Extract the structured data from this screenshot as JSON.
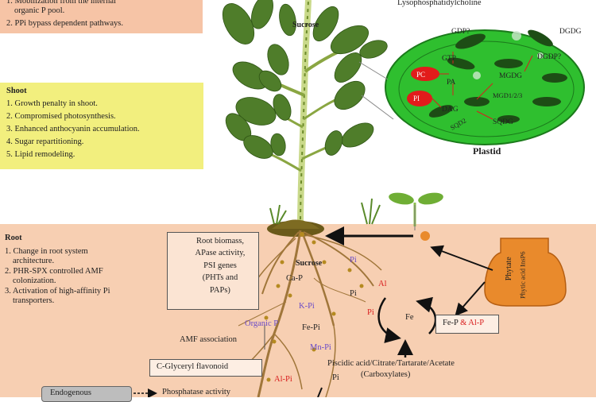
{
  "top_box": {
    "line1": "1. Mobilization from the internal",
    "line1b": "organic P pool.",
    "line2": "2. PPi bypass dependent pathways."
  },
  "shoot": {
    "title": "Shoot",
    "items": [
      "1. Growth penalty in shoot.",
      "2. Compromised photosynthesis.",
      "3. Enhanced anthocyanin accumulation.",
      "4. Sugar repartitioning.",
      "5. Lipid remodeling."
    ]
  },
  "root": {
    "title": "Root",
    "items": [
      "1. Change in root system",
      "architecture.",
      "2. PHR-SPX controlled AMF",
      "colonization.",
      "3. Activation of high-affinity Pi",
      "transporters."
    ]
  },
  "plastid": {
    "title": "Plastid",
    "top_label": "Lysophosphatidylcholine",
    "labels": [
      "GDP?",
      "DGDG",
      "GTP",
      "DGDP?",
      "PA",
      "MGDG",
      "PC",
      "MGD1/2/3",
      "PI",
      "DAG",
      "SQD2",
      "SQDG"
    ]
  },
  "plant": {
    "sucrose_top": "Sucrose",
    "sucrose_root": "Sucrose"
  },
  "root_panel": {
    "lines": [
      "Root biomass,",
      "APase activity,",
      "PSI genes",
      "(PHTs and",
      "PAPs)"
    ]
  },
  "root_labels": {
    "cap": "Ca-P",
    "pi1": "Pi",
    "pi2": "Pi",
    "alpi": "Al",
    "kpi": "K-Pi",
    "pi3": "Pi",
    "organic": "Organic P",
    "fepi": "Fe-Pi",
    "mnpi": "Mn-Pi",
    "alpi2": "Al-Pi",
    "pi4": "Pi",
    "fe": "Fe"
  },
  "amf": "AMF association",
  "glyceryl": "C-Glyceryl flavonoid",
  "acids": {
    "line1": "Piscidic acid/Citrate/Tartarate/Acetate",
    "line2": "(Carboxylates)"
  },
  "fep_alp": {
    "fep": "Fe-P",
    "amp": " & ",
    "alp": "Al-P"
  },
  "phytate": {
    "title": "Phytate",
    "sub": "Phytic acid InsP6"
  },
  "bottom": {
    "gray": "Endogenous",
    "phosphatase": "Phosphatase activity"
  },
  "colors": {
    "soil": "#f7cfb2",
    "pink_box": "#f6c4a6",
    "yellow_box": "#f2ef7e",
    "plastid_green": "#2fbf2f",
    "phytate_orange": "#e98a2c",
    "red": "#d81f1f"
  }
}
